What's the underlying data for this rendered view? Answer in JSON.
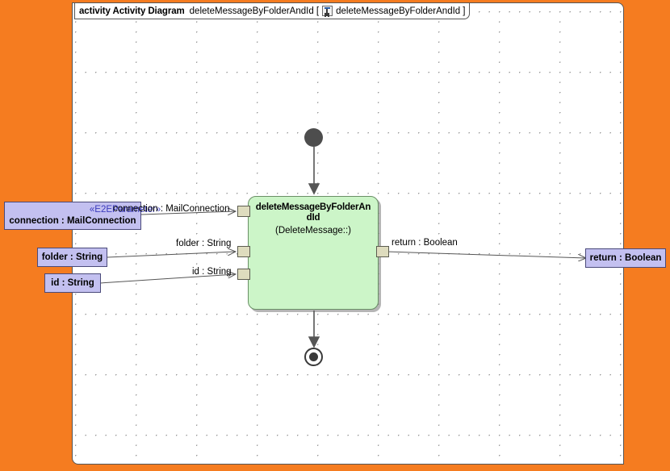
{
  "header": {
    "keyword": "activity Activity Diagram",
    "name": "deleteMessageByFolderAndId [",
    "icon": "activity-diagram-icon",
    "tab_name": "deleteMessageByFolderAndId",
    "bracket_close": "]"
  },
  "canvas": {
    "background_color": "#ffffff",
    "outer_background_color": "#F57C20",
    "grid": "dotted"
  },
  "activity_node": {
    "title": "deleteMessageByFolderAndId",
    "subtitle": "(DeleteMessage::)",
    "fill_color": "#CCF5C8",
    "border_color": "#6a8f66"
  },
  "input_parameters": [
    {
      "stereotype": "«E2EParameter»",
      "label": "connection : MailConnection",
      "edge_label": "connection : MailConnection"
    },
    {
      "stereotype": "",
      "label": "folder : String",
      "edge_label": "folder : String"
    },
    {
      "stereotype": "",
      "label": "id : String",
      "edge_label": "id : String"
    }
  ],
  "output_parameters": [
    {
      "label": "return : Boolean",
      "edge_label": "return : Boolean"
    }
  ],
  "control_nodes": {
    "initial": "initial-node",
    "final": "activity-final-node"
  },
  "colors": {
    "parameter_fill": "#C3C0F0",
    "parameter_border": "#4a4a7a",
    "pin_fill": "#DEDCBE",
    "stereotype_text": "#3b3bbd"
  }
}
